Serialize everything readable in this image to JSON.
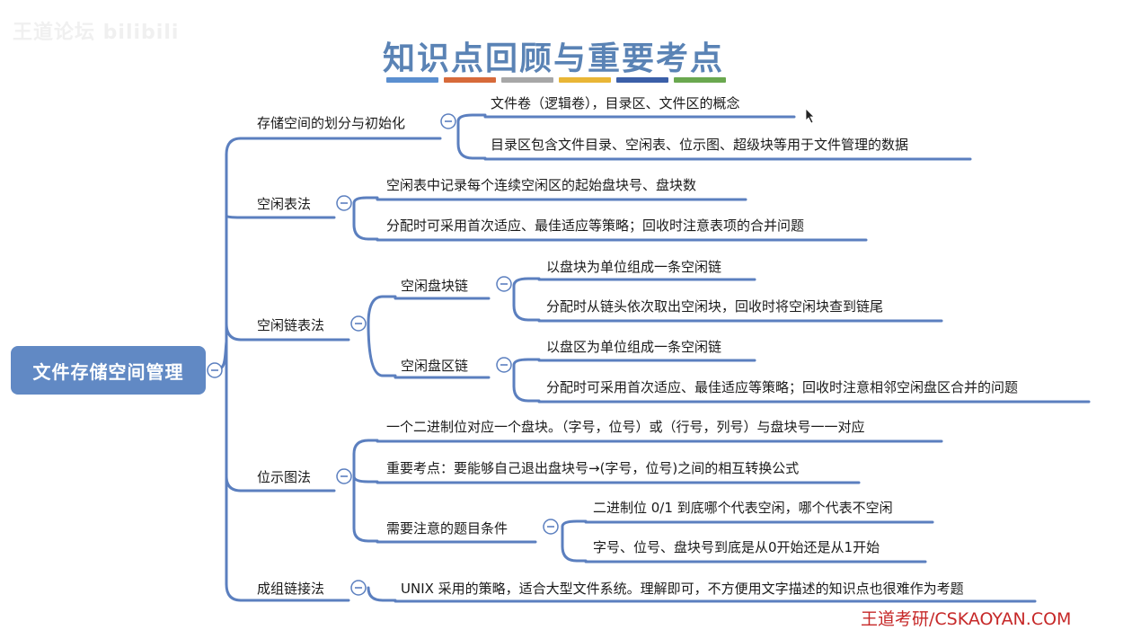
{
  "watermark": "王道论坛 bilibili",
  "title": "知识点回顾与重要考点",
  "colors": {
    "accent": "#5b7fbf",
    "root_bg": "#6189c4",
    "title": "#5a83b5",
    "footer": "#c62828",
    "palette": [
      "#5b8fd0",
      "#d76a3a",
      "#a7a7a7",
      "#e9b636",
      "#3b5fa8",
      "#6aa84f"
    ]
  },
  "root": "文件存储空间管理",
  "branches": {
    "b1": {
      "label": "存储空间的划分与初始化",
      "items": [
        "文件卷（逻辑卷），目录区、文件区的概念",
        "目录区包含文件目录、空闲表、位示图、超级块等用于文件管理的数据"
      ]
    },
    "b2": {
      "label": "空闲表法",
      "items": [
        "空闲表中记录每个连续空闲区的起始盘块号、盘块数",
        "分配时可采用首次适应、最佳适应等策略；回收时注意表项的合并问题"
      ]
    },
    "b3": {
      "label": "空闲链表法",
      "sub1": {
        "label": "空闲盘块链",
        "items": [
          "以盘块为单位组成一条空闲链",
          "分配时从链头依次取出空闲块，回收时将空闲块查到链尾"
        ]
      },
      "sub2": {
        "label": "空闲盘区链",
        "items": [
          "以盘区为单位组成一条空闲链",
          "分配时可采用首次适应、最佳适应等策略；回收时注意相邻空闲盘区合并的问题"
        ]
      }
    },
    "b4": {
      "label": "位示图法",
      "items": [
        "一个二进制位对应一个盘块。（字号，位号）或（行号，列号）与盘块号一一对应",
        "重要考点：要能够自己退出盘块号→(字号，位号)之间的相互转换公式"
      ],
      "sub": {
        "label": "需要注意的题目条件",
        "items": [
          "二进制位 0/1 到底哪个代表空闲，哪个代表不空闲",
          "字号、位号、盘块号到底是从0开始还是从1开始"
        ]
      }
    },
    "b5": {
      "label": "成组链接法",
      "items": [
        "UNIX 采用的策略，适合大型文件系统。理解即可，不方便用文字描述的知识点也很难作为考题"
      ]
    }
  },
  "footer": "王道考研/CSKAOYAN.COM"
}
